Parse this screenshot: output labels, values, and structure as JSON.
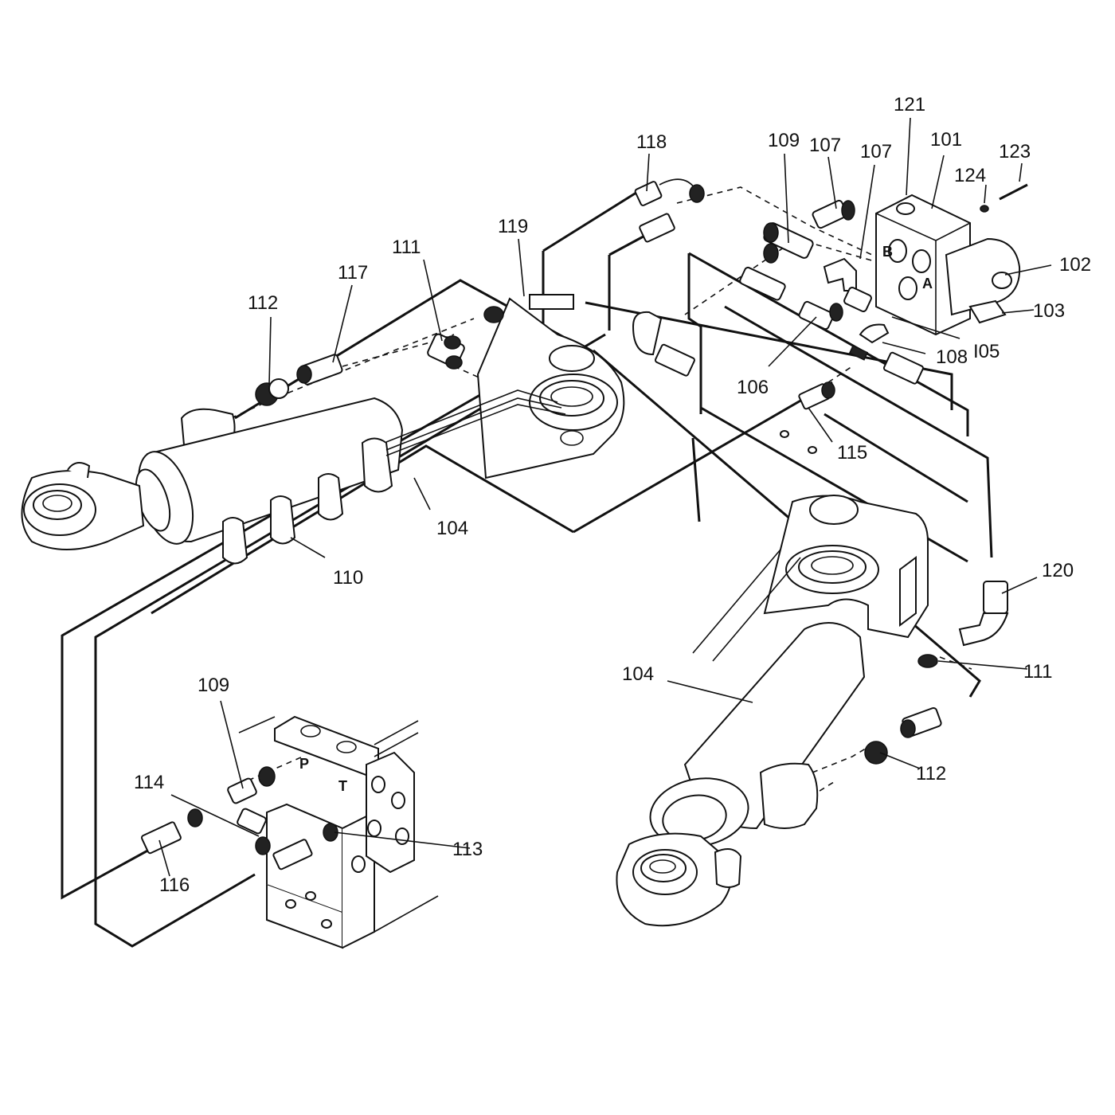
{
  "labels": {
    "p101": "101",
    "p102": "102",
    "p103": "103",
    "p104_upper": "104",
    "p104_lower": "104",
    "p105": "I05",
    "p106": "106",
    "p107_a": "107",
    "p107_b": "107",
    "p108": "108",
    "p109_upper": "109",
    "p109_lower": "109",
    "p110": "110",
    "p111_upper": "111",
    "p111_lower": "111",
    "p112_upper": "112",
    "p112_lower": "112",
    "p113": "113",
    "p114": "114",
    "p115": "115",
    "p116": "116",
    "p117": "117",
    "p118": "118",
    "p119": "119",
    "p120": "120",
    "p121": "121",
    "p123": "123",
    "p124": "124"
  },
  "port_marks": {
    "valve_a": "A",
    "valve_b": "B",
    "manifold_p": "P",
    "manifold_t": "T"
  }
}
